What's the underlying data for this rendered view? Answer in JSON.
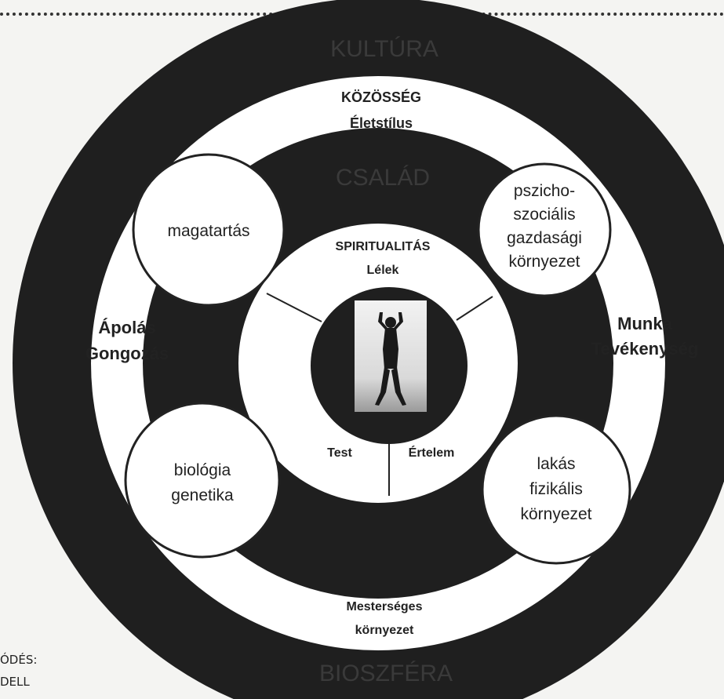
{
  "rings": {
    "outer_top": "KULTÚRA",
    "outer_bottom": "BIOSZFÉRA",
    "white_ring_top_1": "KÖZÖSSÉG",
    "white_ring_top_2": "Életstílus",
    "white_ring_bottom_1": "Mesterséges",
    "white_ring_bottom_2": "környezet",
    "dark_ring_top": "CSALÁD",
    "left_1": "Ápolás",
    "left_2": "Gongozás",
    "right_1": "Munka",
    "right_2": "Tevékenység",
    "inner_top_1": "SPIRITUALITÁS",
    "inner_top_2": "Lélek",
    "inner_left": "Test",
    "inner_right": "Értelem"
  },
  "nodes": {
    "top_left": [
      "magatartás"
    ],
    "top_right": [
      "pszicho-",
      "szociális",
      "gazdasági",
      "környezet"
    ],
    "bottom_left": [
      "biológia",
      "genetika"
    ],
    "bottom_right": [
      "lakás",
      "fizikális",
      "környezet"
    ]
  },
  "side_caption": {
    "line1": "ÓDÉS:",
    "line2": "DELL"
  },
  "colors": {
    "dark": "#1f1f1f",
    "light": "#ffffff",
    "background": "#f4f4f2"
  }
}
